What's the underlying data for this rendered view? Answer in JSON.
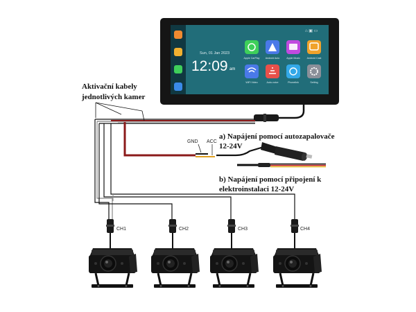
{
  "labels": {
    "activation_cables_line1": "Aktivační kabely",
    "activation_cables_line2": "jednotlivých kamer",
    "power_a_line1": "a) Napájení pomocí autozapalovače",
    "power_a_line2": "12-24V",
    "power_b_line1": "b) Napájení pomocí připojení k",
    "power_b_line2": "elektroinstalaci 12-24V",
    "gnd": "GND",
    "acc": "ACC"
  },
  "monitor": {
    "date": "Sun, 01 Jan 2023",
    "time": "12:09",
    "ampm": "am",
    "apps": [
      {
        "name": "Apple CarPlay",
        "color": "#3ecf5a",
        "icon": "carplay-icon"
      },
      {
        "name": "Android Auto",
        "color": "#4a79e8",
        "icon": "android-auto-icon"
      },
      {
        "name": "Apple Music",
        "color": "#c04adf",
        "icon": "music-icon"
      },
      {
        "name": "Android Cast",
        "color": "#f0a22b",
        "icon": "cast-icon"
      },
      {
        "name": "WiFi Video",
        "color": "#4a79e8",
        "icon": "wifi-icon"
      },
      {
        "name": "Auto-voice",
        "color": "#e8504a",
        "icon": "voice-icon"
      },
      {
        "name": "Phonelink",
        "color": "#33a8e8",
        "icon": "phonelink-icon"
      },
      {
        "name": "Setting",
        "color": "#8a8f99",
        "icon": "setting-icon"
      }
    ],
    "sidebar_colors": [
      "#f08a30",
      "#f0b030",
      "#3ecf5a",
      "#3a8ae8"
    ]
  },
  "cameras": [
    {
      "channel": "CH1"
    },
    {
      "channel": "CH2"
    },
    {
      "channel": "CH3"
    },
    {
      "channel": "CH4"
    }
  ],
  "colors": {
    "cable_red": "#8b1a1a",
    "cable_grey": "#7a7a7a",
    "cable_black": "#111111"
  }
}
